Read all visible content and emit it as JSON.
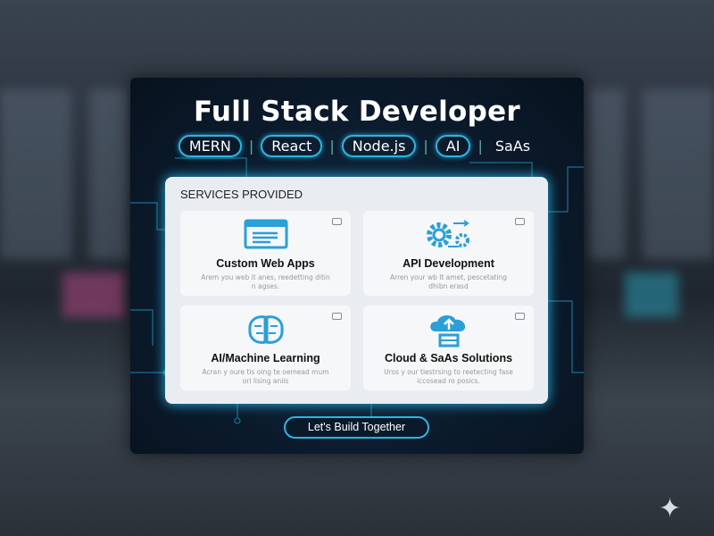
{
  "poster": {
    "title": "Full Stack Developer",
    "tags": [
      "MERN",
      "React",
      "Node.js",
      "AI",
      "SaAs"
    ],
    "services_heading": "SERVICES PROVIDED",
    "services": [
      {
        "name": "Custom Web Apps",
        "icon": "browser-window-icon",
        "desc": "Arem you web it anes, reedetting ditin n agses."
      },
      {
        "name": "API Development",
        "icon": "gears-arrows-icon",
        "desc": "Arren your wb lt amet, pescetating dhibn erasd"
      },
      {
        "name": "AI/Machine Learning",
        "icon": "brain-icon",
        "desc": "Acran y oure tis oing te oemead mum ori lising aniis"
      },
      {
        "name": "Cloud & SaAs Solutions",
        "icon": "cloud-upload-icon",
        "desc": "Uros y our tiestrsing to reetecting fase iccosead ro posics."
      }
    ],
    "cta": "Let's Build Together"
  },
  "colors": {
    "accent": "#2fb4e0",
    "icon": "#2a9fd8",
    "poster_bg": "#0b1a2b"
  }
}
